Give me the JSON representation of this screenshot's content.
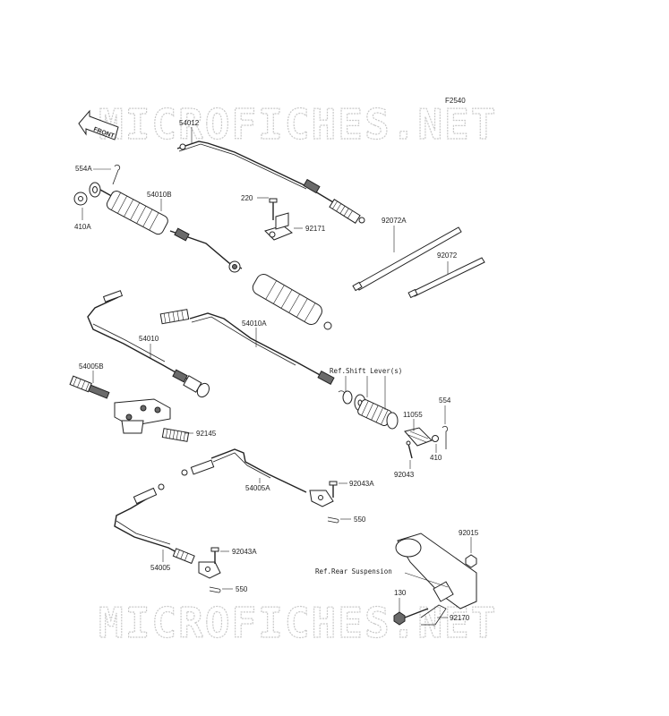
{
  "diagram_code": "F2540",
  "watermark": "MICROFICHES.NET",
  "front_label": "FRONT",
  "parts": {
    "p54012": "54012",
    "p554A": "554A",
    "p410A": "410A",
    "p54010B": "54010B",
    "p220": "220",
    "p92171": "92171",
    "p92072A": "92072A",
    "p92072": "92072",
    "p54010": "54010",
    "p54010A": "54010A",
    "p54005B": "54005B",
    "p92145": "92145",
    "p11055": "11055",
    "p554": "554",
    "p410": "410",
    "p92043": "92043",
    "p54005A": "54005A",
    "p92043A_1": "92043A",
    "p550_1": "550",
    "p54005": "54005",
    "p92043A_2": "92043A",
    "p550_2": "550",
    "p92015": "92015",
    "p130": "130",
    "p92170": "92170"
  },
  "refs": {
    "shift_lever": "Ref.Shift Lever(s)",
    "rear_suspension": "Ref.Rear Suspension"
  }
}
